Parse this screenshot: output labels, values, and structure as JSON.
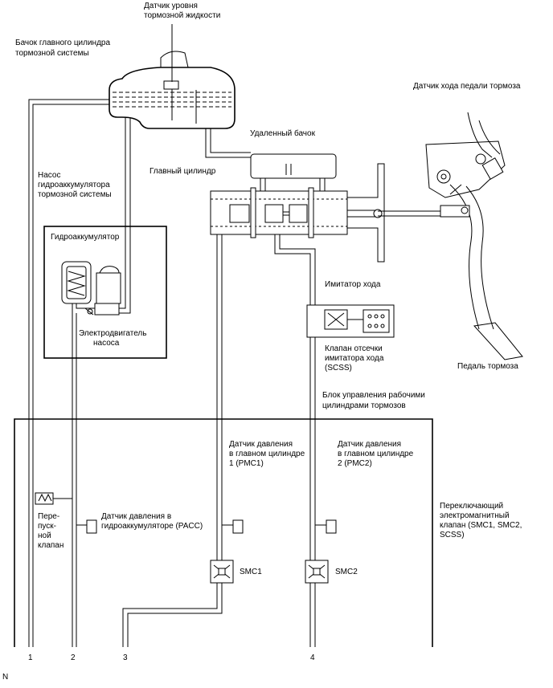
{
  "labels": {
    "fluid_level_sensor": [
      "Датчик уровня",
      "тормозной жидкости"
    ],
    "reservoir": [
      "Бачок главного цилиндра",
      "тормозной системы"
    ],
    "pedal_stroke_sensor": "Датчик хода педали тормоза",
    "remote_reservoir": "Удаленный бачок",
    "master_cylinder": "Главный цилиндр",
    "pump": [
      "Насос",
      "гидроаккумулятора",
      "тормозной системы"
    ],
    "accumulator": "Гидроаккумулятор",
    "pump_motor": [
      "Электродвигатель",
      "насоса"
    ],
    "stroke_simulator": "Имитатор хода",
    "scss_valve": [
      "Клапан отсечки",
      "имитатора хода",
      "(SCSS)"
    ],
    "brake_pedal": "Педаль тормоза",
    "actuator_unit": [
      "Блок управления рабочими",
      "цилиндрами тормозов"
    ],
    "pmc1": [
      "Датчик давления",
      "в главном цилиндре",
      "1 (PMC1)"
    ],
    "pmc2": [
      "Датчик давления",
      "в главном цилиндре",
      "2 (PMC2)"
    ],
    "relief_valve": [
      "Пере-",
      "пуск-",
      "ной",
      "клапан"
    ],
    "pacc": [
      "Датчик давления в",
      "гидроаккумуляторе (PACC)"
    ],
    "solenoid_valves": [
      "Переключающий",
      "электромагнитный",
      "клапан (SMC1, SMC2,",
      "SCSS)"
    ],
    "smc1": "SMC1",
    "smc2": "SMC2",
    "ports": [
      "1",
      "2",
      "3",
      "4"
    ],
    "corner": "N"
  }
}
